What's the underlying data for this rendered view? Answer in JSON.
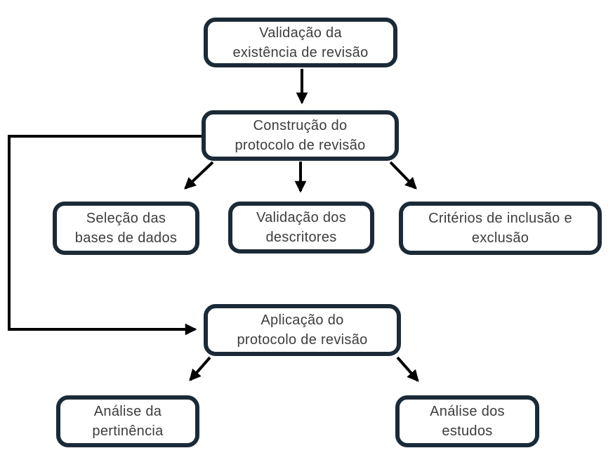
{
  "diagram": {
    "type": "flowchart",
    "language": "pt-BR",
    "colors": {
      "node_border": "#1b2a37",
      "node_fill": "#ffffff",
      "text": "#3d3d3d",
      "arrow": "#000000",
      "background": "#ffffff"
    },
    "nodes": [
      {
        "id": "validacao-existencia",
        "lines": [
          "Validação da",
          "existência de revisão"
        ]
      },
      {
        "id": "construcao-protocolo",
        "lines": [
          "Construção do",
          "protocolo de revisão"
        ]
      },
      {
        "id": "selecao-bases",
        "lines": [
          "Seleção das",
          "bases de dados"
        ]
      },
      {
        "id": "validacao-descritores",
        "lines": [
          "Validação dos",
          "descritores"
        ]
      },
      {
        "id": "criterios-inclusao",
        "lines": [
          "Critérios de inclusão e",
          "exclusão"
        ]
      },
      {
        "id": "aplicacao-protocolo",
        "lines": [
          "Aplicação do",
          "protocolo de revisão"
        ]
      },
      {
        "id": "analise-pertinencia",
        "lines": [
          "Análise da",
          "pertinência"
        ]
      },
      {
        "id": "analise-estudos",
        "lines": [
          "Análise dos",
          "estudos"
        ]
      }
    ],
    "edges": [
      {
        "from": "validacao-existencia",
        "to": "construcao-protocolo"
      },
      {
        "from": "construcao-protocolo",
        "to": "selecao-bases"
      },
      {
        "from": "construcao-protocolo",
        "to": "validacao-descritores"
      },
      {
        "from": "construcao-protocolo",
        "to": "criterios-inclusao"
      },
      {
        "from": "construcao-protocolo",
        "to": "aplicacao-protocolo",
        "routing": "left-feedback-loop"
      },
      {
        "from": "aplicacao-protocolo",
        "to": "analise-pertinencia"
      },
      {
        "from": "aplicacao-protocolo",
        "to": "analise-estudos"
      }
    ]
  }
}
